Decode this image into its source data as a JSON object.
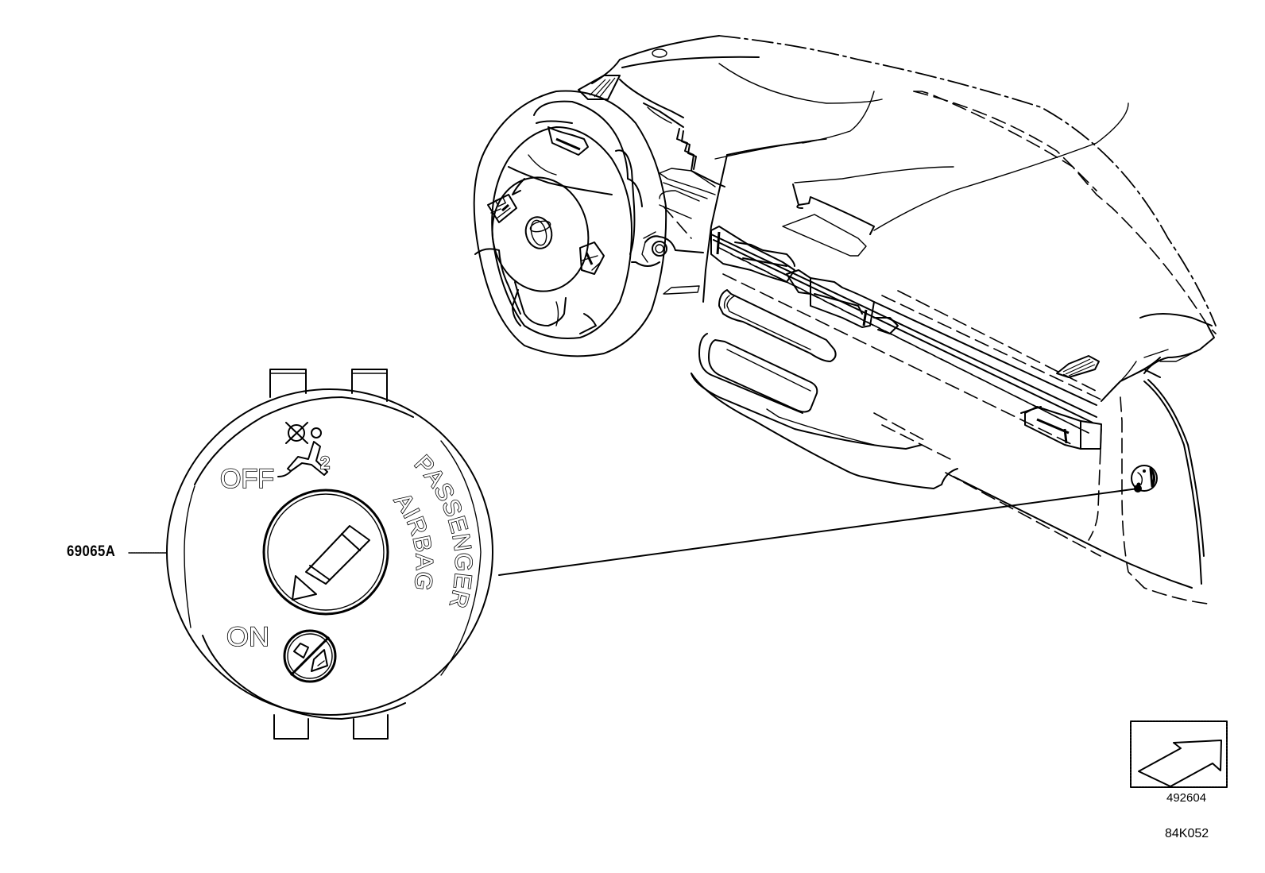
{
  "diagram": {
    "type": "parts-catalog-illustration",
    "subject": "Passenger airbag cutoff switch on instrument panel",
    "callouts": [
      {
        "part_number": "69065A",
        "description": "Passenger airbag on/off key switch",
        "leader_to": "switch-detail"
      }
    ],
    "switch_detail": {
      "off_label": "OFF",
      "on_label": "ON",
      "curved_text_line1": "PASSENGER",
      "curved_text_line2": "AIRBAG",
      "occupant_icon_subscript": "2",
      "off_icon": "airbag-crossed-out-occupant-icon",
      "on_icon": "airbag-prohibited-child-seat-icon",
      "key_slot_icon": "key-slot-pointer-icon"
    },
    "orientation_box": {
      "icon": "front-direction-arrow-icon",
      "reference_number": "492604"
    },
    "figure_code": "84K052",
    "colors": {
      "line": "#000000",
      "background": "#ffffff"
    }
  }
}
